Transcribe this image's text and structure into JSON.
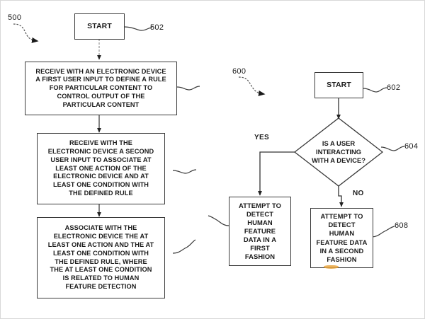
{
  "figure_left": {
    "ref_label": "500",
    "nodes": [
      {
        "id": "start-500",
        "kind": "terminal",
        "text": "START",
        "ref": "502"
      },
      {
        "id": "step-504",
        "kind": "process",
        "text": "RECEIVE WITH AN ELECTRONIC DEVICE\nA FIRST USER INPUT TO DEFINE A RULE\nFOR PARTICULAR CONTENT TO\nCONTROL OUTPUT OF THE\nPARTICULAR CONTENT",
        "ref": ""
      },
      {
        "id": "step-506",
        "kind": "process",
        "text": "RECEIVE WITH THE\nELECTRONIC DEVICE A SECOND\nUSER INPUT TO ASSOCIATE AT\nLEAST ONE ACTION OF THE\nELECTRONIC DEVICE AND AT\nLEAST ONE CONDITION WITH\nTHE DEFINED RULE",
        "ref": ""
      },
      {
        "id": "step-508",
        "kind": "process",
        "text": "ASSOCIATE WITH THE\nELECTRONIC DEVICE THE AT\nLEAST ONE ACTION AND THE AT\nLEAST ONE CONDITION WITH\nTHE DEFINED RULE, WHERE\nTHE AT LEAST ONE CONDITION\nIS RELATED TO HUMAN\nFEATURE DETECTION",
        "ref": ""
      }
    ]
  },
  "figure_right": {
    "ref_label": "600",
    "nodes": [
      {
        "id": "start-600",
        "kind": "terminal",
        "text": "START",
        "ref": "602"
      },
      {
        "id": "decision-604",
        "kind": "decision",
        "text": "IS A USER\nINTERACTING\nWITH A DEVICE?",
        "ref": "604"
      },
      {
        "id": "step-606",
        "kind": "process",
        "text": "ATTEMPT TO\nDETECT\nHUMAN\nFEATURE\nDATA IN A\nFIRST\nFASHION",
        "ref": ""
      },
      {
        "id": "step-608",
        "kind": "process",
        "text": "ATTEMPT TO\nDETECT\nHUMAN\nFEATURE DATA\nIN A SECOND\nFASHION",
        "ref": "608"
      }
    ],
    "branch_labels": {
      "yes": "YES",
      "no": "NO"
    }
  },
  "style": {
    "line_color": "#3a3a3a",
    "text_color": "#1a1a1a",
    "page_background": "#ffffff",
    "artifact_color": "#e8a33d"
  }
}
